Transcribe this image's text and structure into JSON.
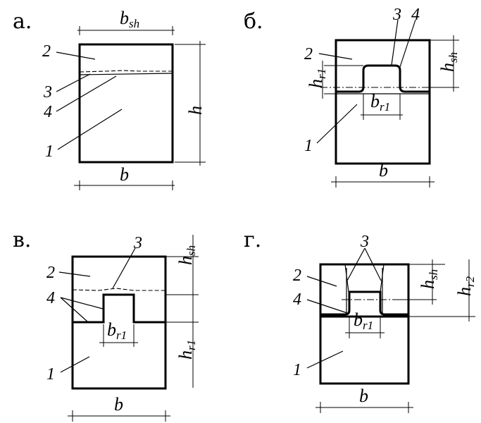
{
  "panels": {
    "a": {
      "label": "а."
    },
    "b": {
      "label": "б."
    },
    "c": {
      "label": "в."
    },
    "d": {
      "label": "г."
    }
  },
  "labels": {
    "n1": "1",
    "n2": "2",
    "n3": "3",
    "n4": "4"
  },
  "dims": {
    "b": "b",
    "h": "h",
    "b_main": "b",
    "b_sub": "sh",
    "h_main": "h",
    "h_sub_sh": "sh",
    "h_sub_r1": "r1",
    "h_sub_r2": "r2",
    "b_sub_r1": "r1"
  }
}
